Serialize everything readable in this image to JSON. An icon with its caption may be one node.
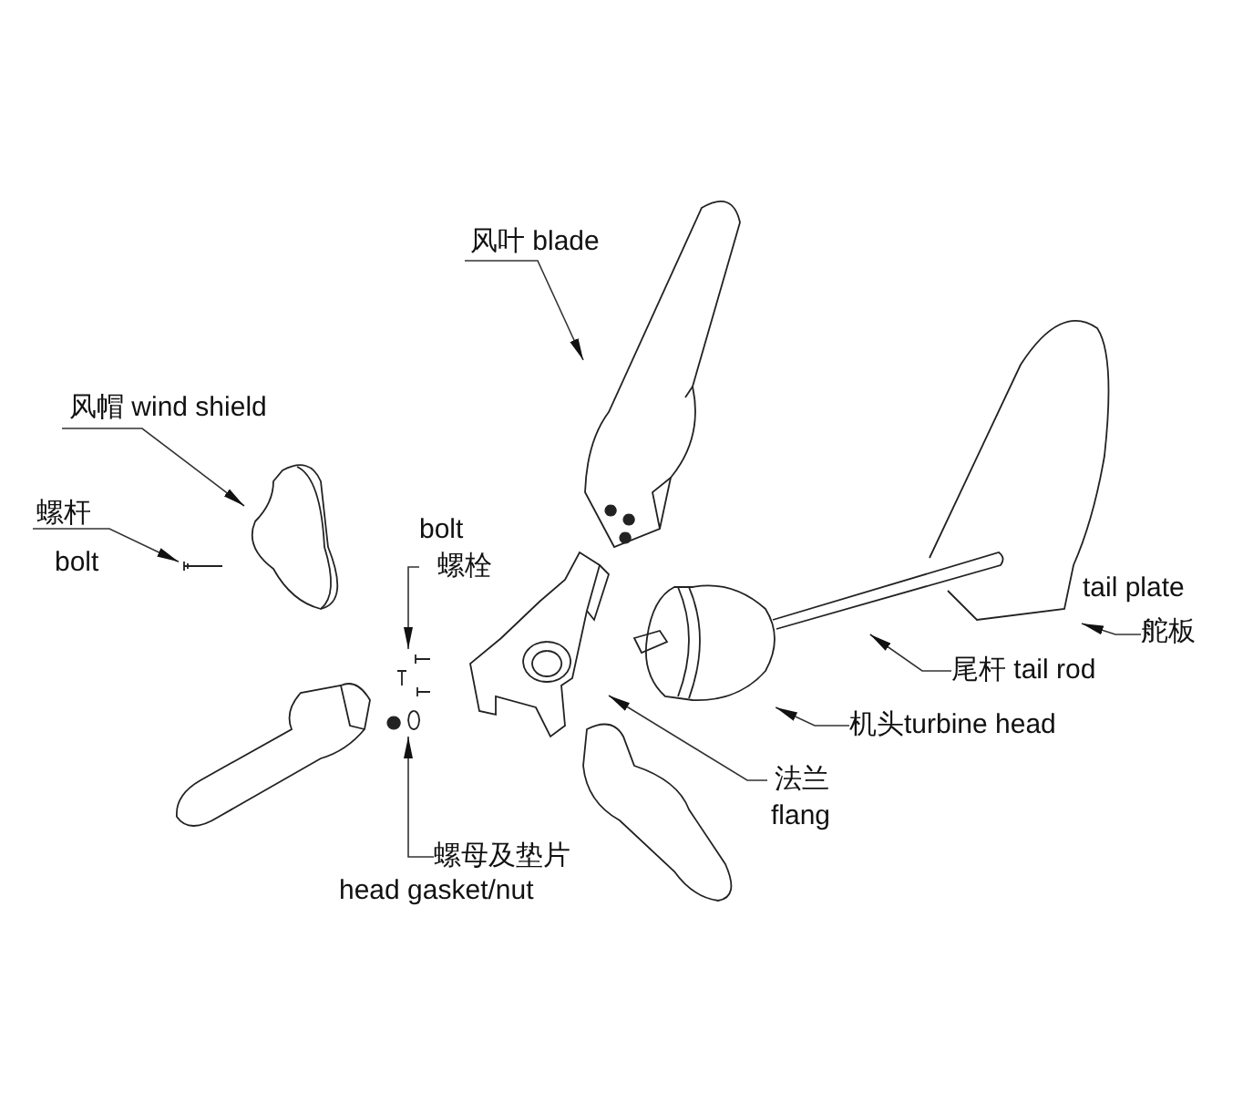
{
  "diagram": {
    "nodes": [
      {
        "text": [
          "风叶 blade"
        ]
      },
      {
        "text": [
          "风帽 wind shield"
        ]
      },
      {
        "text": [
          "螺杆",
          "bolt"
        ]
      },
      {
        "text": [
          "bolt",
          "螺栓"
        ]
      },
      {
        "text": [
          "螺母及垫片",
          "head gasket/nut"
        ]
      },
      {
        "text": [
          "法兰",
          "flang"
        ]
      },
      {
        "text": [
          "机头turbine head"
        ]
      },
      {
        "text": [
          "尾杆 tail rod"
        ]
      },
      {
        "text": [
          "tail plate",
          "舵板"
        ]
      },
      {
        "text": [],
        "shape": "picture"
      },
      {
        "text": [],
        "shape": "picture"
      },
      {
        "text": [],
        "shape": "picture"
      },
      {
        "text": [],
        "shape": "picture"
      },
      {
        "text": [],
        "shape": "picture"
      },
      {
        "text": [],
        "shape": "picture"
      },
      {
        "text": [],
        "shape": "picture"
      },
      {
        "text": [],
        "shape": "picture"
      },
      {
        "text": [],
        "shape": "picture"
      }
    ],
    "edges": [
      {
        "from": 0,
        "to": 9,
        "arrow": "to"
      },
      {
        "from": 1,
        "to": 10,
        "arrow": "to"
      },
      {
        "from": 2,
        "to": 11,
        "arrow": "to"
      },
      {
        "from": 3,
        "to": 12,
        "arrow": "to"
      },
      {
        "from": 4,
        "to": 13,
        "arrow": "to"
      },
      {
        "from": 5,
        "to": 14,
        "arrow": "to"
      },
      {
        "from": 6,
        "to": 15,
        "arrow": "to"
      },
      {
        "from": 7,
        "to": 16,
        "arrow": "to"
      },
      {
        "from": 8,
        "to": 17,
        "arrow": "to"
      }
    ]
  }
}
